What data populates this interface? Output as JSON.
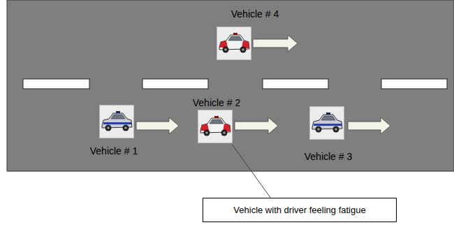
{
  "diagram": {
    "nodes": [
      {
        "text": [
          "Vehicle # 4"
        ]
      },
      {
        "text": [
          "Vehicle # 1"
        ]
      },
      {
        "text": [
          "Vehicle # 2"
        ]
      },
      {
        "text": [
          "Vehicle # 3"
        ]
      },
      {
        "text": [
          "Vehicle with driver feeling fatigue"
        ]
      }
    ],
    "edges": [
      {
        "from": 4,
        "to": 2,
        "arrow": "none"
      }
    ]
  }
}
